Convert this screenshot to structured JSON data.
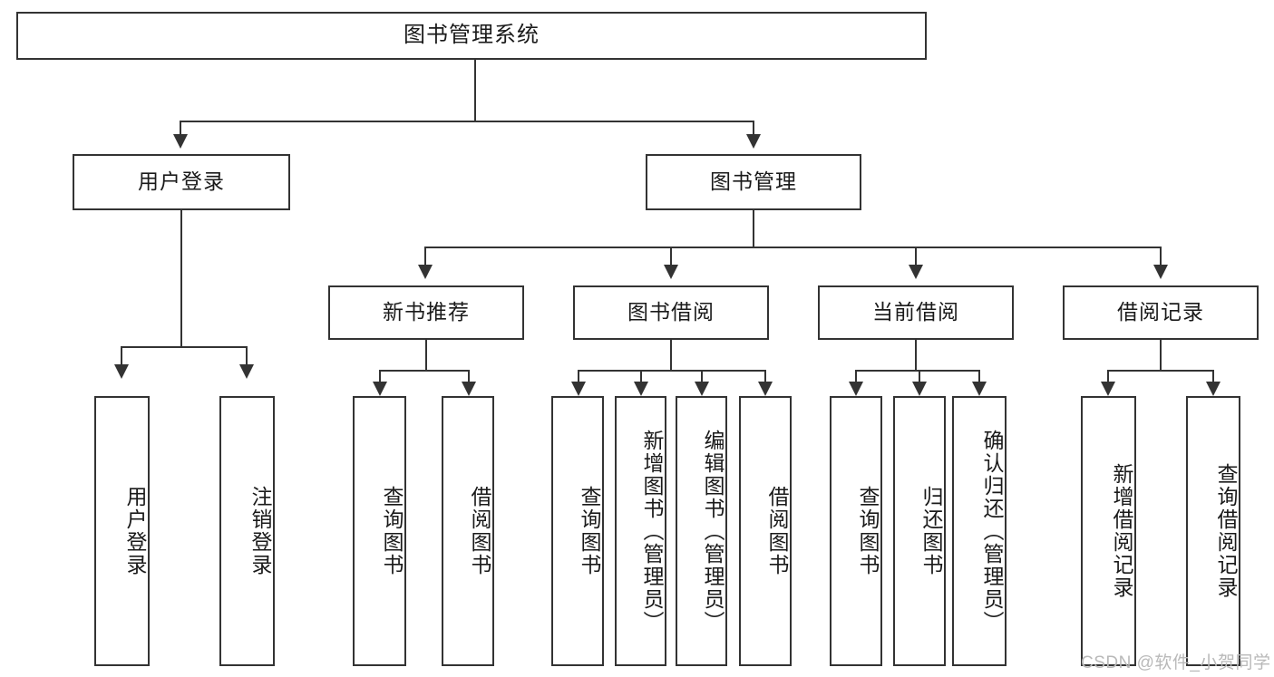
{
  "diagram": {
    "type": "tree-hierarchy-chart",
    "title": "图书管理系统",
    "accent_color": "#333333",
    "background_color": "#ffffff",
    "watermark": "CSDN @软件_小贺同学"
  },
  "nodes": {
    "root": {
      "label": "图书管理系统"
    },
    "level2": [
      {
        "label": "用户登录"
      },
      {
        "label": "图书管理"
      }
    ],
    "level3": [
      {
        "label": "新书推荐"
      },
      {
        "label": "图书借阅"
      },
      {
        "label": "当前借阅"
      },
      {
        "label": "借阅记录"
      }
    ],
    "leaves": {
      "user_login": [
        {
          "label": "用户登录"
        },
        {
          "label": "注销登录"
        }
      ],
      "new_book_recommend": [
        {
          "label": "查询图书"
        },
        {
          "label": "借阅图书"
        }
      ],
      "book_borrow": [
        {
          "label": "查询图书"
        },
        {
          "label": "新增图书（管理员）"
        },
        {
          "label": "编辑图书（管理员）"
        },
        {
          "label": "借阅图书"
        }
      ],
      "current_borrow": [
        {
          "label": "查询图书"
        },
        {
          "label": "归还图书"
        },
        {
          "label": "确认归还（管理员）"
        }
      ],
      "borrow_record": [
        {
          "label": "新增借阅记录"
        },
        {
          "label": "查询借阅记录"
        }
      ]
    }
  }
}
